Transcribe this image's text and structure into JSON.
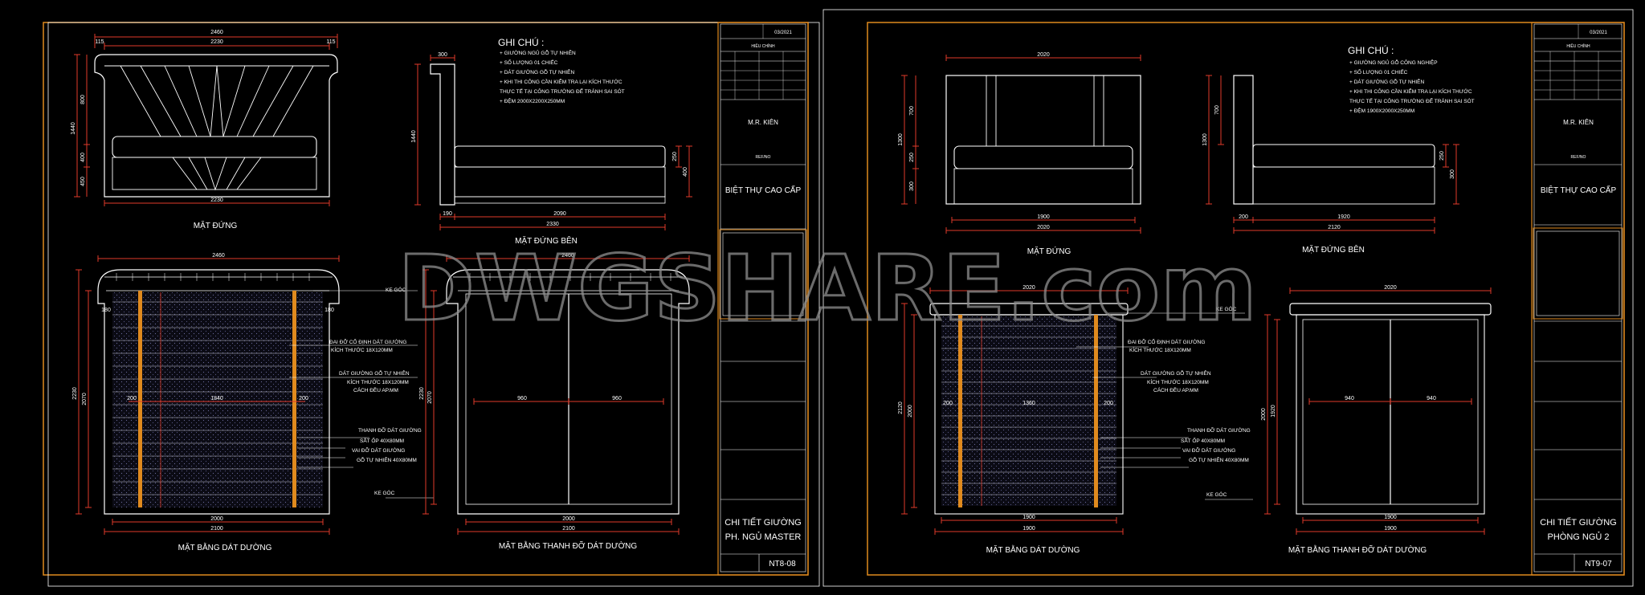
{
  "sheets": [
    {
      "header": {
        "row1_value": "03/2021",
        "row2_label": "HIỆU CHỈNH"
      },
      "notes": {
        "title": "GHI CHÚ :",
        "lines": [
          "+ GIƯỜNG NGỦ GỖ TỰ NHIÊN",
          "+ SỐ LƯỢNG 01 CHIẾC",
          "+ DÁT GIƯỜNG GỖ TỰ NHIÊN",
          "+ KHI THI CÔNG CẦN KIỂM TRA LẠI KÍCH THƯỚC",
          "THỰC TẾ TẠI CÔNG TRƯỜNG ĐỂ TRÁNH SAI SÓT",
          "+ ĐỆM 2000X2200X250MM"
        ]
      },
      "views": {
        "front": "MẶT ĐỨNG",
        "side": "MẶT ĐỨNG BÊN",
        "plan": "MẶT BẰNG DÁT DƯỜNG",
        "support_plan": "MẶT BẰNG THANH ĐỠ DÁT DƯỜNG"
      },
      "client": "M.R. KIÊN",
      "code": "REF/NO",
      "project": "BIỆT THỰ CAO CẤP",
      "drawing_title": [
        "CHI TIẾT GIƯỜNG",
        "PH. NGỦ MASTER"
      ],
      "sheet_no": "NT8-08",
      "labels": {
        "ke_goc_top": "KE GÓC",
        "dai_do": "ĐAI ĐỠ CỐ ĐỊNH DÁT GIƯỜNG",
        "dai_do_size": "KÍCH THƯỚC 18X120MM",
        "dat_giuong": "DÁT GIƯỜNG GỖ TỰ NHIÊN",
        "dat_giuong_size": "KÍCH THƯỚC 18X120MM",
        "dat_giuong_gap": "CÁCH ĐỀU AP.MM",
        "thanh_do": "THANH ĐỠ DÁT GIƯỜNG",
        "sat_op": "SẮT ỐP 40X80MM",
        "vai_do": "VAI ĐỠ DÁT GIƯỜNG",
        "go_tu_nhien": "GỖ TỰ NHIÊN 40X80MM",
        "ke_goc_bottom": "KE GÓC"
      },
      "dims": {
        "front_w_total": "2460",
        "front_w_inner": "2230",
        "front_side": "115",
        "front_bottom": "2230",
        "front_h": "1440",
        "front_h1": "800",
        "front_h2": "400",
        "front_h3": "450",
        "side_top": "300",
        "side_h": "1440",
        "side_left": "190",
        "side_mid": "2090",
        "side_total": "2330",
        "side_r1": "250",
        "side_r2": "400",
        "plan_top": "2460",
        "plan_edge": "180",
        "plan_mid": "1840",
        "plan_edge2": "200",
        "plan_b1": "2000",
        "plan_b2": "2100",
        "plan_h": "2230",
        "plan_h2": "2070",
        "sup_top": "2460",
        "sup_mid1": "960",
        "sup_mid2": "960",
        "sup_b1": "2000",
        "sup_b2": "2100",
        "sup_h": "2070",
        "sup_h2": "2230"
      }
    },
    {
      "header": {
        "row1_value": "03/2021",
        "row2_label": "HIỆU CHỈNH"
      },
      "notes": {
        "title": "GHI CHÚ :",
        "lines": [
          "+ GIƯỜNG NGỦ GỖ CÔNG NGHIỆP",
          "+ SỐ LƯỢNG 01 CHIẾC",
          "+ DÁT GIƯỜNG GỖ TỰ NHIÊN",
          "+ KHI THI CÔNG CẦN KIỂM TRA LẠI KÍCH THƯỚC",
          "THỰC TẾ TẠI CÔNG TRƯỜNG ĐỂ TRÁNH SAI SÓT",
          "+ ĐỆM 1900X2000X250MM"
        ]
      },
      "views": {
        "front": "MẶT ĐỨNG",
        "side": "MẶT ĐỨNG BÊN",
        "plan": "MẶT BẰNG DÁT DƯỜNG",
        "support_plan": "MẶT BẰNG THANH ĐỠ DÁT DƯỜNG"
      },
      "client": "M.R. KIÊN",
      "code": "REF/NO",
      "project": "BIỆT THỰ CAO CẤP",
      "drawing_title": [
        "CHI TIẾT GIƯỜNG",
        "PHÒNG NGỦ 2"
      ],
      "sheet_no": "NT9-07",
      "labels": {
        "ke_goc_top": "KE GÓC",
        "dai_do": "ĐAI ĐỠ CỐ ĐỊNH DÁT GIƯỜNG",
        "dai_do_size": "KÍCH THƯỚC 18X120MM",
        "dat_giuong": "DÁT GIƯỜNG GỖ TỰ NHIÊN",
        "dat_giuong_size": "KÍCH THƯỚC 18X120MM",
        "dat_giuong_gap": "CÁCH ĐỀU AP.MM",
        "thanh_do": "THANH ĐỠ DÁT GIƯỜNG",
        "sat_op": "SẮT ỐP 40X80MM",
        "vai_do": "VAI ĐỠ DÁT GIƯỜNG",
        "go_tu_nhien": "GỖ TỰ NHIÊN 40X80MM",
        "ke_goc_bottom": "KE GÓC"
      },
      "dims": {
        "front_w_total": "2020",
        "front_h": "1300",
        "front_h1": "700",
        "front_h2": "250",
        "front_h3": "300",
        "front_b1": "1900",
        "front_b2": "2020",
        "side_h": "1300",
        "side_h1": "700",
        "side_left": "200",
        "side_mid": "1920",
        "side_total": "2120",
        "side_r1": "250",
        "side_r2": "300",
        "plan_top": "2020",
        "plan_mid": "1360",
        "plan_edge": "200",
        "plan_b1": "1900",
        "plan_b2": "1900",
        "plan_h": "2120",
        "plan_h2": "2000",
        "sup_top": "2020",
        "sup_mid1": "940",
        "sup_mid2": "940",
        "sup_b1": "1900",
        "sup_b2": "1900",
        "sup_h": "1920",
        "sup_h2": "2000"
      }
    }
  ],
  "watermark": "DWGSHARE.com"
}
